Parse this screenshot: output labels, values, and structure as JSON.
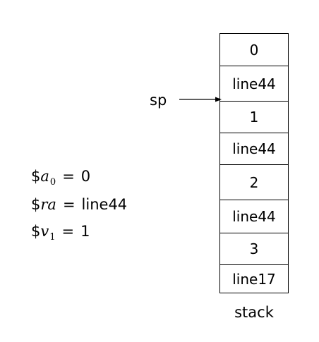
{
  "stack": {
    "cells": [
      "0",
      "line44",
      "1",
      "line44",
      "2",
      "line44",
      "3",
      "line17"
    ],
    "caption": "stack"
  },
  "pointer": {
    "label": "sp"
  },
  "registers": [
    {
      "symbol": "$",
      "name": "a",
      "subscript": "0",
      "value": "0"
    },
    {
      "symbol": "$",
      "name": "ra",
      "subscript": "",
      "value": "line44"
    },
    {
      "symbol": "$",
      "name": "v",
      "subscript": "1",
      "value": "1"
    }
  ]
}
